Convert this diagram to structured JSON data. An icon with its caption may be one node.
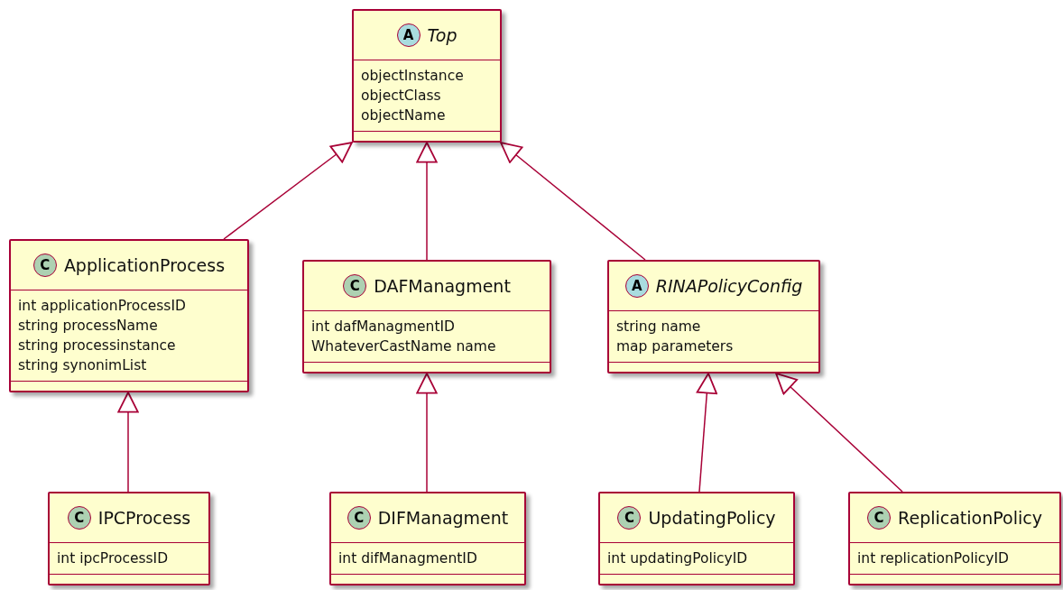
{
  "diagram": {
    "nodes": [
      {
        "text": [
          "A",
          "Top",
          "objectInstance",
          "objectClass",
          "objectName"
        ]
      },
      {
        "text": [
          "C",
          "ApplicationProcess",
          "int applicationProcessID",
          "string processName",
          "string processinstance",
          "string synonimList"
        ]
      },
      {
        "text": [
          "C",
          "DAFManagment",
          "int dafManagmentID",
          "WhateverCastName name"
        ]
      },
      {
        "text": [
          "A",
          "RINAPolicyConfig",
          "string name",
          "map parameters"
        ]
      },
      {
        "text": [
          "C",
          "IPCProcess",
          "int ipcProcessID"
        ]
      },
      {
        "text": [
          "C",
          "DIFManagment",
          "int difManagmentID"
        ]
      },
      {
        "text": [
          "C",
          "UpdatingPolicy",
          "int updatingPolicyID"
        ]
      },
      {
        "text": [
          "C",
          "ReplicationPolicy",
          "int replicationPolicyID"
        ]
      }
    ],
    "edges": [
      {
        "from": 1,
        "to": 0,
        "arrow": "to"
      },
      {
        "from": 2,
        "to": 0,
        "arrow": "to"
      },
      {
        "from": 3,
        "to": 0,
        "arrow": "to"
      },
      {
        "from": 4,
        "to": 1,
        "arrow": "to"
      },
      {
        "from": 5,
        "to": 2,
        "arrow": "to"
      },
      {
        "from": 6,
        "to": 3,
        "arrow": "to"
      },
      {
        "from": 7,
        "to": 3,
        "arrow": "to"
      }
    ]
  }
}
